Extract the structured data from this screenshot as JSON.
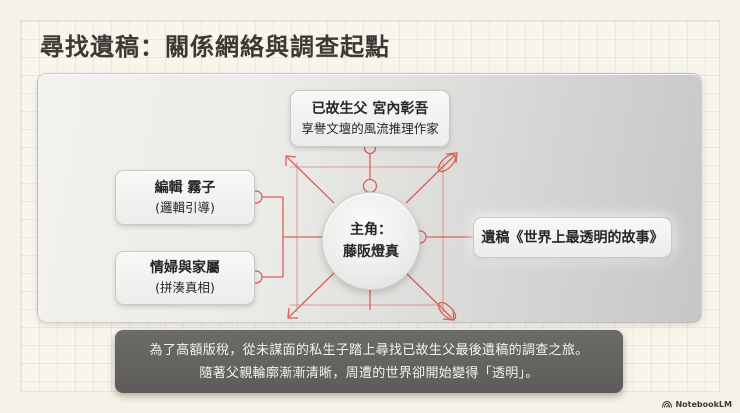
{
  "title": "尋找遺稿：關係網絡與調查起點",
  "diagram": {
    "center": {
      "line1": "主角：",
      "line2": "藤阪燈真"
    },
    "nodes": {
      "top": {
        "main": "已故生父 宮內彰吾",
        "sub": "享譽文壇的風流推理作家"
      },
      "editor": {
        "main": "編輯 霧子",
        "sub": "(邏輯引導)"
      },
      "family": {
        "main": "情婦與家屬",
        "sub": "(拼湊真相)"
      },
      "manuscript": {
        "main": "遺稿《世界上最透明的故事》"
      }
    },
    "colors": {
      "connector": "#d9534a",
      "background": "#f6f2e7",
      "caption_bg": "#636260"
    }
  },
  "caption": {
    "line1": "為了高額版稅，從未謀面的私生子踏上尋找已故生父最後遺稿的調查之旅。",
    "line2": "隨著父親輪廓漸漸清晰，周遭的世界卻開始變得「透明」。"
  },
  "watermark": {
    "icon": "notebooklm-logo-icon",
    "label": "NotebookLM"
  }
}
